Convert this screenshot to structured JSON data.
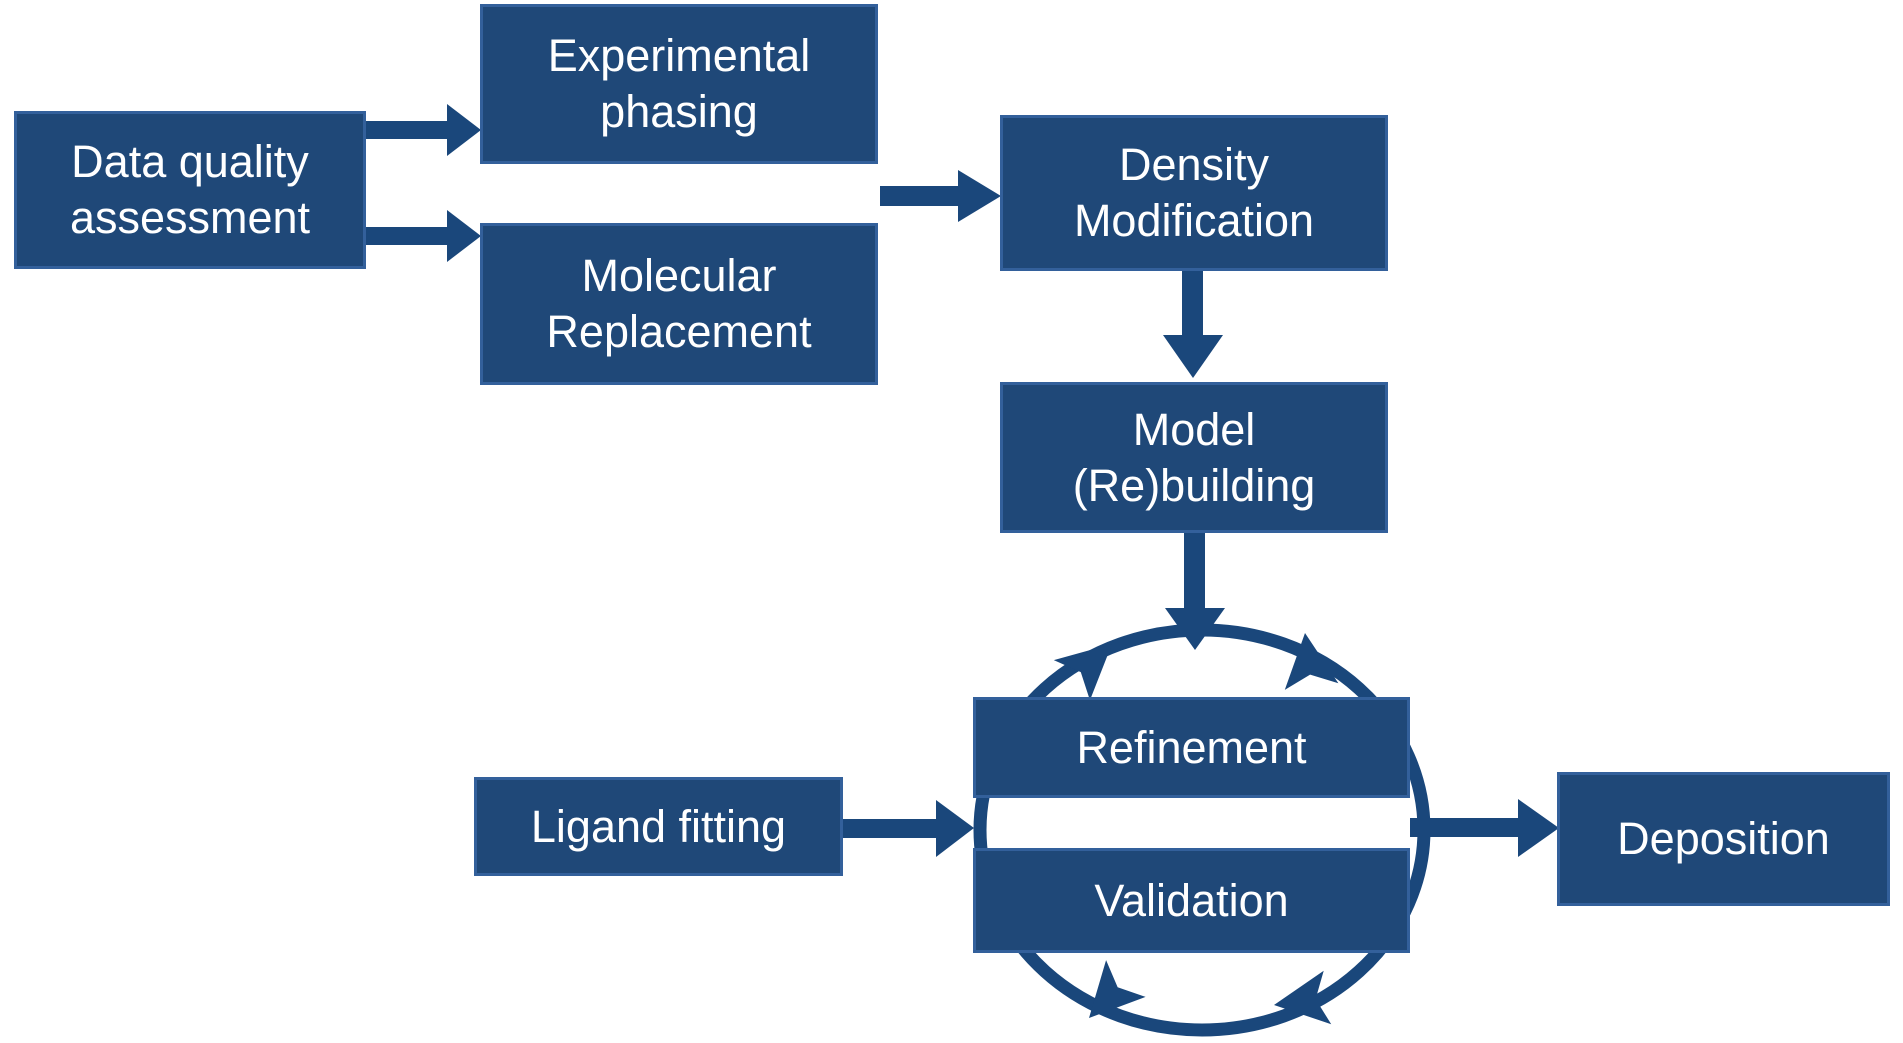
{
  "diagram": {
    "type": "flowchart",
    "background_color": "#FFFFFF",
    "colors": {
      "node_fill": "#1F4878",
      "node_border": "#33609B",
      "arrow": "#1A477B",
      "text": "#FFFFFF"
    },
    "nodes": {
      "data_quality": {
        "line1": "Data quality",
        "line2": "assessment"
      },
      "experimental_phasing": {
        "line1": "Experimental",
        "line2": "phasing"
      },
      "molecular_replacement": {
        "line1": "Molecular",
        "line2": "Replacement"
      },
      "density_modification": {
        "line1": "Density",
        "line2": "Modification"
      },
      "model_rebuilding": {
        "line1": "Model",
        "line2": "(Re)building"
      },
      "refinement": {
        "label": "Refinement"
      },
      "validation": {
        "label": "Validation"
      },
      "ligand_fitting": {
        "label": "Ligand fitting"
      },
      "deposition": {
        "label": "Deposition"
      }
    },
    "edges": [
      {
        "from": "Data quality assessment",
        "to": "Experimental phasing"
      },
      {
        "from": "Data quality assessment",
        "to": "Molecular Replacement"
      },
      {
        "from": "Experimental phasing / Molecular Replacement",
        "to": "Density Modification"
      },
      {
        "from": "Density Modification",
        "to": "Model (Re)building"
      },
      {
        "from": "Model (Re)building",
        "to": "Refinement / Validation cycle"
      },
      {
        "from": "Ligand fitting",
        "to": "Refinement / Validation cycle"
      },
      {
        "from": "Refinement / Validation cycle",
        "to": "Deposition"
      },
      {
        "from": "Refinement",
        "to": "Validation",
        "type": "cycle",
        "shape": "circular-arrows"
      }
    ]
  }
}
